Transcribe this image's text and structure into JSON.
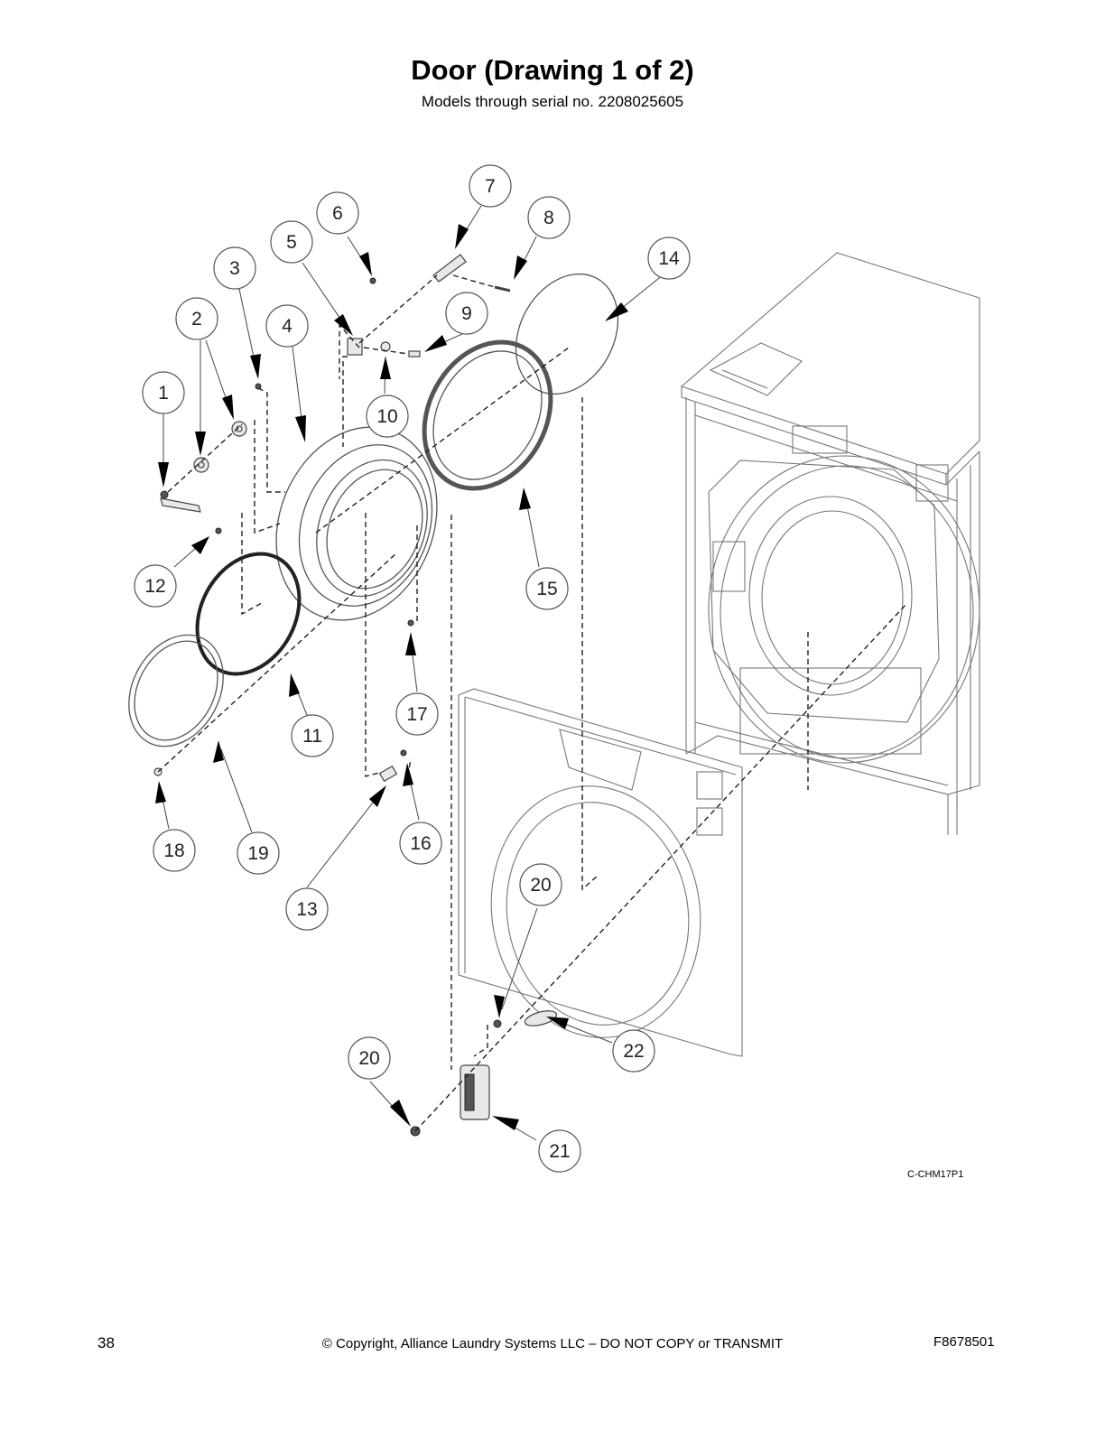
{
  "header": {
    "title": "Door (Drawing 1 of 2)",
    "subtitle": "Models through serial no. 2208025605"
  },
  "diagram": {
    "callouts": [
      "1",
      "2",
      "3",
      "4",
      "5",
      "6",
      "7",
      "8",
      "9",
      "10",
      "11",
      "12",
      "13",
      "14",
      "15",
      "16",
      "17",
      "18",
      "19",
      "20",
      "20",
      "21",
      "22"
    ],
    "drawing_code": "C-CHM17P1"
  },
  "footer": {
    "page_number": "38",
    "copyright": "© Copyright, Alliance Laundry Systems LLC – DO NOT COPY or TRANSMIT",
    "doc_number": "F8678501"
  }
}
